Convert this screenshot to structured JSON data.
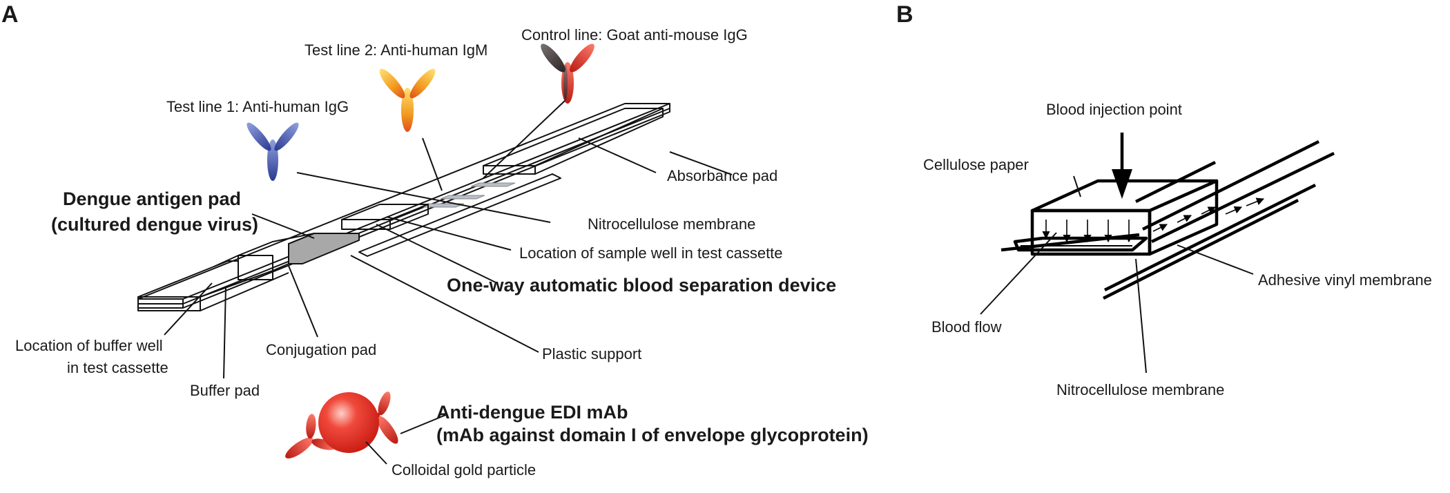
{
  "panels": {
    "a": "A",
    "b": "B"
  },
  "panel_a": {
    "control_line": "Control line: Goat anti-mouse IgG",
    "test_line_2": "Test line 2: Anti-human IgM",
    "test_line_1": "Test line 1: Anti-human IgG",
    "absorbance_pad": "Absorbance pad",
    "dengue_antigen_pad_1": "Dengue antigen pad",
    "dengue_antigen_pad_2": "(cultured dengue virus)",
    "nitrocellulose_membrane": "Nitrocellulose membrane",
    "sample_well": "Location of sample well in test cassette",
    "separation_device": "One-way automatic blood separation device",
    "buffer_well_1": "Location of buffer well",
    "buffer_well_2": "in test cassette",
    "conjugation_pad": "Conjugation pad",
    "plastic_support": "Plastic support",
    "buffer_pad": "Buffer pad",
    "mab_1": "Anti-dengue EDI mAb",
    "mab_2": "(mAb against domain I of envelope glycoprotein)",
    "gold_particle": "Colloidal gold particle"
  },
  "panel_b": {
    "blood_injection_point": "Blood injection point",
    "cellulose_paper": "Cellulose paper",
    "adhesive_vinyl_membrane": "Adhesive vinyl membrane",
    "blood_flow": "Blood flow",
    "nitrocellulose_membrane": "Nitrocellulose membrane"
  },
  "colors": {
    "igg_antibody": "#3a4fa8",
    "igm_antibody": "#f2a020",
    "control_antibody_red": "#d8322a",
    "control_antibody_dark": "#4a4040",
    "gold_particle": "#e8241c",
    "antigen_pad": "#a8a8a8",
    "test_line": "#b8bfc8"
  }
}
